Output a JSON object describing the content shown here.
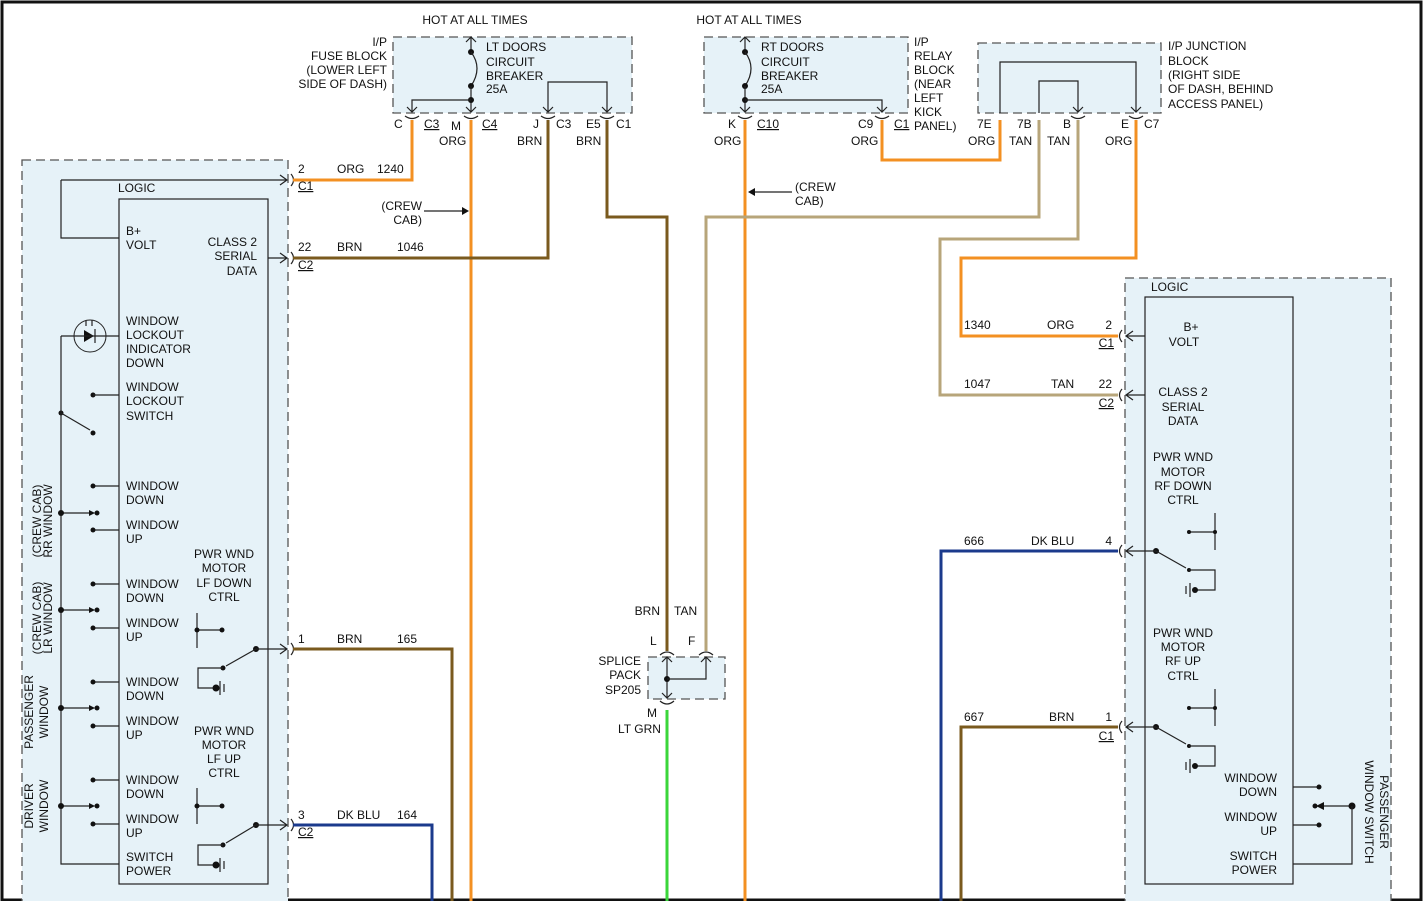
{
  "diagram": {
    "top_labels": {
      "hot_left": "HOT AT ALL TIMES",
      "hot_right": "HOT AT ALL TIMES"
    },
    "fuse_block": {
      "name_lines": [
        "I/P",
        "FUSE BLOCK",
        "(LOWER LEFT",
        "SIDE OF DASH)"
      ],
      "breaker_lines": [
        "LT DOORS",
        "CIRCUIT",
        "BREAKER",
        "25A"
      ],
      "pins": [
        {
          "pin": "C",
          "conn": "C3"
        },
        {
          "pin": "M",
          "conn": "C4",
          "color": "ORG"
        },
        {
          "pin": "J",
          "conn": "C3",
          "color": "BRN"
        },
        {
          "pin": "E5",
          "conn": "C1",
          "color": "BRN"
        }
      ]
    },
    "relay_block": {
      "name_lines": [
        "I/P",
        "RELAY",
        "BLOCK",
        "(NEAR",
        "LEFT",
        "KICK",
        "PANEL)"
      ],
      "breaker_lines": [
        "RT DOORS",
        "CIRCUIT",
        "BREAKER",
        "25A"
      ],
      "pins": [
        {
          "pin": "K",
          "conn": "C10",
          "color": "ORG"
        },
        {
          "pin": "C9",
          "conn": "C1",
          "color": "ORG"
        }
      ]
    },
    "junction_block": {
      "name_lines": [
        "I/P JUNCTION",
        "BLOCK",
        "(RIGHT SIDE",
        "OF DASH, BEHIND",
        "ACCESS PANEL)"
      ],
      "pins": [
        {
          "pin": "7E",
          "color": "ORG"
        },
        {
          "pin": "7B",
          "color": "TAN"
        },
        {
          "pin": "B",
          "color": "TAN"
        },
        {
          "pin": "E",
          "conn": "C7",
          "color": "ORG"
        }
      ]
    },
    "crew_cab_notes": [
      "(CREW",
      "CAB)"
    ],
    "driver_switch": {
      "logic_label": "LOGIC",
      "bplus": [
        "B+",
        "VOLT"
      ],
      "serial": [
        "CLASS 2",
        "SERIAL",
        "DATA"
      ],
      "lockout_indicator": [
        "WINDOW",
        "LOCKOUT",
        "INDICATOR",
        "DOWN"
      ],
      "lockout_switch": [
        "WINDOW",
        "LOCKOUT",
        "SWITCH"
      ],
      "window_down": [
        "WINDOW",
        "DOWN"
      ],
      "window_up": [
        "WINDOW",
        "UP"
      ],
      "lf_down": [
        "PWR WND",
        "MOTOR",
        "LF DOWN",
        "CTRL"
      ],
      "lf_up": [
        "PWR WND",
        "MOTOR",
        "LF UP",
        "CTRL"
      ],
      "switch_power": [
        "SWITCH",
        "POWER"
      ],
      "side_labels": {
        "rr": [
          "(CREW CAB)",
          "RR WINDOW"
        ],
        "lr": [
          "(CREW CAB)",
          "LR WINDOW"
        ],
        "passenger": [
          "PASSENGER",
          "WINDOW"
        ],
        "driver": [
          "DRIVER",
          "WINDOW"
        ]
      },
      "circuits": [
        {
          "pin": "2",
          "conn": "C1",
          "color": "ORG",
          "circuit": "1240"
        },
        {
          "pin": "22",
          "conn": "C2",
          "color": "BRN",
          "circuit": "1046"
        },
        {
          "pin": "1",
          "conn": "",
          "color": "BRN",
          "circuit": "165"
        },
        {
          "pin": "3",
          "conn": "C2",
          "color": "DK BLU",
          "circuit": "164"
        }
      ]
    },
    "splice": {
      "name_lines": [
        "SPLICE",
        "PACK",
        "SP205"
      ],
      "in_left": {
        "pin": "L",
        "color": "BRN"
      },
      "in_right": {
        "pin": "F",
        "color": "TAN"
      },
      "out": {
        "pin": "M",
        "color": "LT GRN"
      }
    },
    "passenger_switch": {
      "logic_label": "LOGIC",
      "bplus": [
        "B+",
        "VOLT"
      ],
      "serial": [
        "CLASS 2",
        "SERIAL",
        "DATA"
      ],
      "rf_down": [
        "PWR WND",
        "MOTOR",
        "RF DOWN",
        "CTRL"
      ],
      "rf_up": [
        "PWR WND",
        "MOTOR",
        "RF UP",
        "CTRL"
      ],
      "window_down": [
        "WINDOW",
        "DOWN"
      ],
      "window_up": [
        "WINDOW",
        "UP"
      ],
      "switch_power": [
        "SWITCH",
        "POWER"
      ],
      "side_label": [
        "PASSENGER",
        "WINDOW SWITCH"
      ],
      "circuits": [
        {
          "pin": "2",
          "conn": "C1",
          "color": "ORG",
          "circuit": "1340"
        },
        {
          "pin": "22",
          "conn": "C2",
          "color": "TAN",
          "circuit": "1047"
        },
        {
          "pin": "4",
          "conn": "",
          "color": "DK BLU",
          "circuit": "666"
        },
        {
          "pin": "1",
          "conn": "C1",
          "color": "BRN",
          "circuit": "667"
        }
      ]
    },
    "wire_colors": {
      "ORG": "#f39022",
      "BRN": "#7a5a1e",
      "TAN": "#b7a57a",
      "DK BLU": "#1b3a8c",
      "LT GRN": "#3ad63a"
    }
  }
}
